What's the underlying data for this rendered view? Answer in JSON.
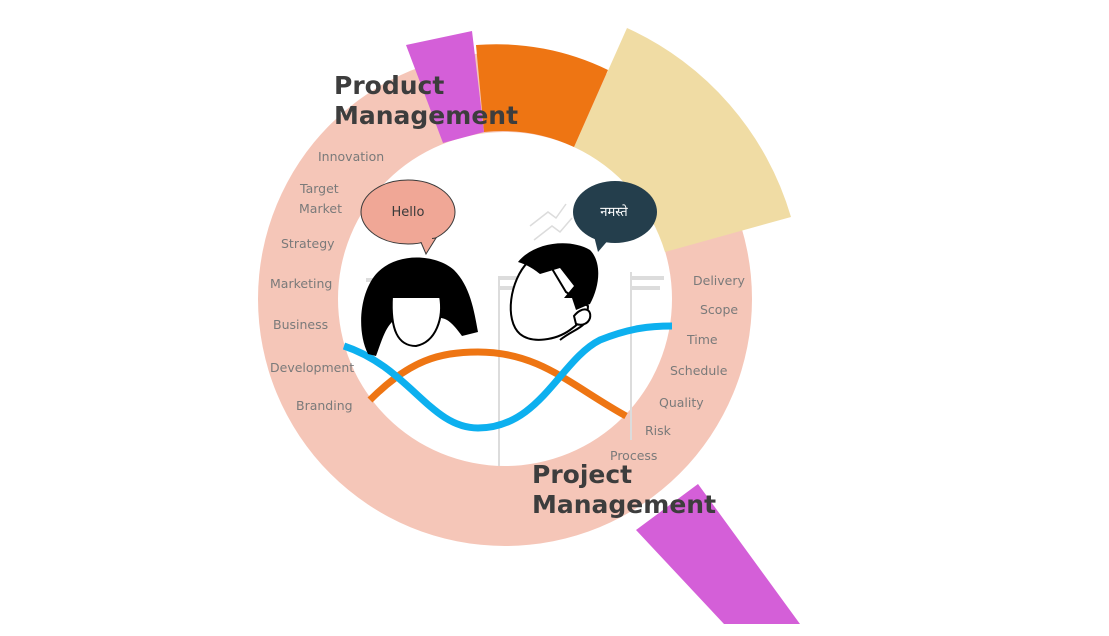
{
  "product_management": {
    "title_line1": "Product",
    "title_line2": "Management",
    "keywords": [
      "Innovation",
      "Target",
      "Market",
      "Strategy",
      "Marketing",
      "Business",
      "Development",
      "Branding"
    ]
  },
  "project_management": {
    "title_line1": "Project",
    "title_line2": "Management",
    "keywords": [
      "Delivery",
      "Scope",
      "Time",
      "Schedule",
      "Quality",
      "Risk",
      "Process"
    ]
  },
  "bubbles": {
    "left": "Hello",
    "right": "नमस्ते"
  },
  "colors": {
    "ring": "#f5c6b8",
    "handle": "#d45fd8",
    "orange_segment": "#ee7513",
    "sand_segment": "#f0dca4",
    "pink_segment": "#d45fd8",
    "blue_wave": "#0db0ef",
    "orange_wave": "#ee7513",
    "left_bubble": "#f0a796",
    "right_bubble": "#243e4c"
  }
}
